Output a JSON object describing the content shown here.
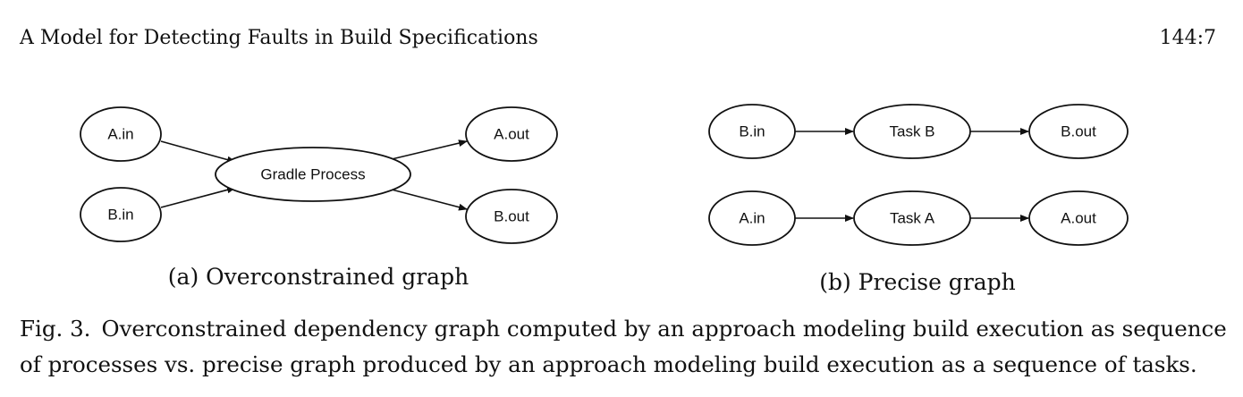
{
  "header": {
    "running_title": "A Model for Detecting Faults in Build Specifications",
    "page_number": "144:7"
  },
  "figure": {
    "subfigure_a": {
      "caption": "(a) Overconstrained graph",
      "nodes": {
        "a_in": "A.in",
        "b_in": "B.in",
        "gradle": "Gradle Process",
        "a_out": "A.out",
        "b_out": "B.out"
      }
    },
    "subfigure_b": {
      "caption": "(b) Precise graph",
      "nodes": {
        "b_in": "B.in",
        "task_b": "Task B",
        "b_out": "B.out",
        "a_in": "A.in",
        "task_a": "Task A",
        "a_out": "A.out"
      }
    },
    "caption": {
      "label": "Fig. 3.",
      "line1": "Overconstrained dependency graph computed by an approach modeling build execution as sequence",
      "line2": "of processes vs. precise graph produced by an approach modeling build execution as a sequence of tasks."
    }
  }
}
